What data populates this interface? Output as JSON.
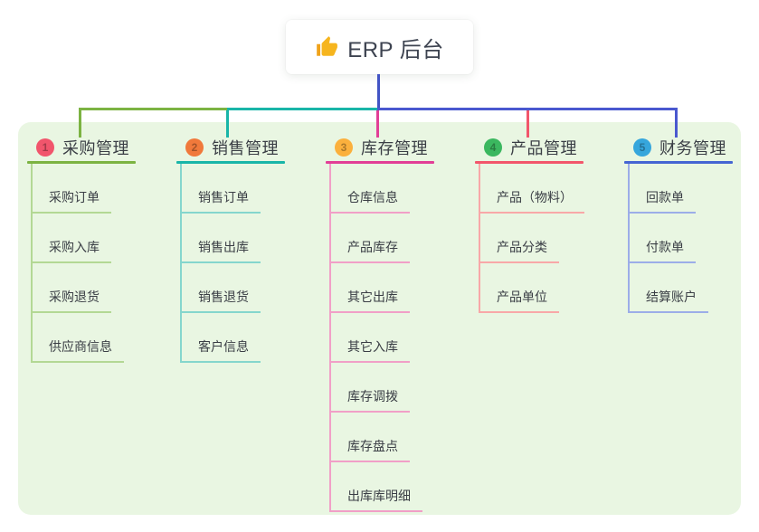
{
  "root": {
    "label": "ERP 后台",
    "icon": "thumbs-up-icon",
    "icon_colors": {
      "hand": "#f6b51e",
      "cuff": "#f0a31b"
    }
  },
  "connectors": {
    "root_stem": "#4254c5",
    "top_left_green": "#7cb342",
    "top_mid_teal": "#19b5a8",
    "top_right_blue": "#4a58cf",
    "drop_1": "#7cb342",
    "drop_2": "#19b5a8",
    "drop_3": "#e23e96",
    "drop_4": "#f2566b",
    "drop_5": "#4a58cf"
  },
  "panel_background": "#e9f6e2",
  "branches": [
    {
      "badge": "1",
      "label": "采购管理",
      "colors": {
        "main": "#7cb342",
        "sub": "#b3d894",
        "badge": "#f1556c"
      },
      "items": [
        "采购订单",
        "采购入库",
        "采购退货",
        "供应商信息"
      ]
    },
    {
      "badge": "2",
      "label": "销售管理",
      "colors": {
        "main": "#19b5a8",
        "sub": "#85d6cd",
        "badge": "#f0793b"
      },
      "items": [
        "销售订单",
        "销售出库",
        "销售退货",
        "客户信息"
      ]
    },
    {
      "badge": "3",
      "label": "库存管理",
      "colors": {
        "main": "#e23e96",
        "sub": "#f19fc7",
        "badge": "#fbb03d"
      },
      "items": [
        "仓库信息",
        "产品库存",
        "其它出库",
        "其它入库",
        "库存调拨",
        "库存盘点",
        "出库库明细"
      ]
    },
    {
      "badge": "4",
      "label": "产品管理",
      "colors": {
        "main": "#f2566b",
        "sub": "#f8a8a8",
        "badge": "#3bb75f"
      },
      "items": [
        "产品（物料）",
        "产品分类",
        "产品单位"
      ]
    },
    {
      "badge": "5",
      "label": "财务管理",
      "colors": {
        "main": "#4565d3",
        "sub": "#9cadе8",
        "badge": "#36a6dc"
      },
      "items": [
        "回款单",
        "付款单",
        "结算账户"
      ]
    }
  ]
}
